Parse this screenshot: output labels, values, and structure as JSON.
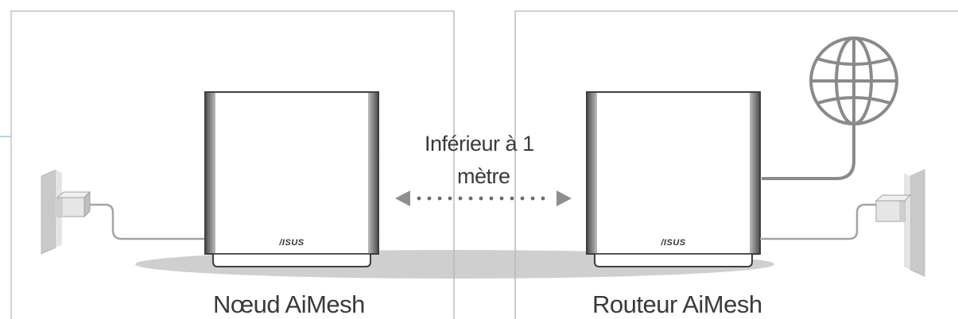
{
  "distance_label": {
    "line1": "Inférieur à 1",
    "line2": "mètre"
  },
  "node": {
    "label": "Nœud AiMesh",
    "logo_text": "/ISUS"
  },
  "router": {
    "label": "Routeur AiMesh",
    "logo_text": "/ISUS"
  },
  "icons": {
    "node_outlet": "wall-outlet-icon",
    "router_outlet": "wall-outlet-icon",
    "internet": "globe-icon",
    "distance": "double-arrow-icon"
  },
  "colors": {
    "panel_border": "#b4b4b4",
    "shadow": "#cfcfcf",
    "cable": "#8a8a8a",
    "device_edge": "#6d6d6d",
    "text": "#3a3a3a",
    "accent_line": "#9ec6d8"
  }
}
